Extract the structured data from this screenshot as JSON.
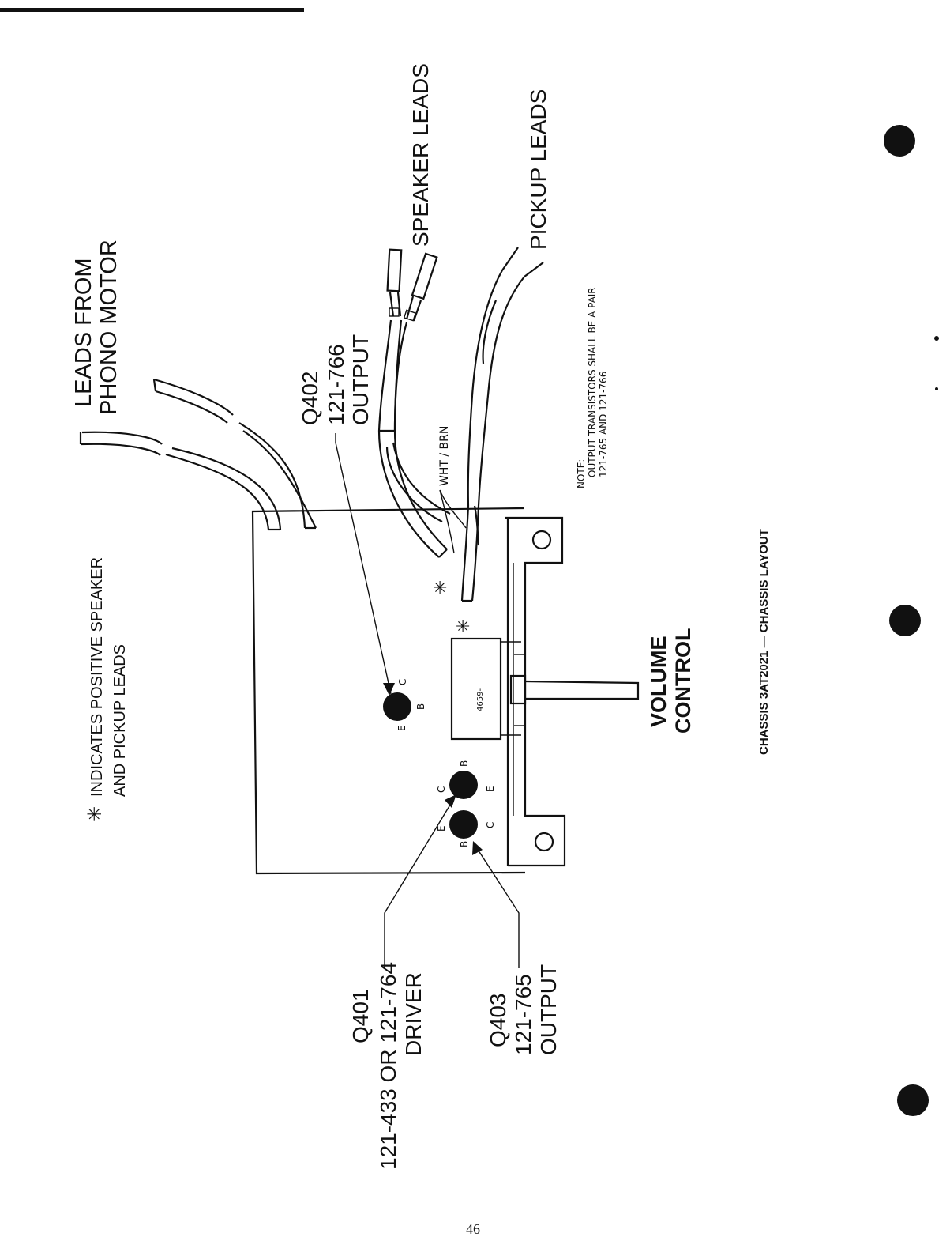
{
  "diagram": {
    "labels": {
      "leads_from": "LEADS FROM",
      "phono_motor": "PHONO  MOTOR",
      "speaker_leads": "SPEAKER LEADS",
      "pickup_leads": "PICKUP LEADS",
      "q402_id": "Q402",
      "q402_part": "121-766",
      "q402_role": "OUTPUT",
      "wht_brn": "WHT / BRN",
      "legend_line1": "INDICATES POSITIVE   SPEAKER",
      "legend_line2": "AND PICKUP LEADS",
      "legend_star": "✳",
      "volume": "VOLUME",
      "control": "CONTROL",
      "pot_part": "4659-",
      "note_title": "NOTE:",
      "note_line1": "OUTPUT  TRANSISTORS  SHALL  BE  A  PAIR",
      "note_line2": "121-765  AND  121-766",
      "q401_id": "Q401",
      "q401_part": "121-433 OR 121-764",
      "q401_role": "DRIVER",
      "q403_id": "Q403",
      "q403_part": "121-765",
      "q403_role": "OUTPUT",
      "caption": "CHASSIS 3AT2021 — CHASSIS LAYOUT",
      "pin_e": "E",
      "pin_b": "B",
      "pin_c": "C",
      "star": "✳"
    },
    "page_number": "46"
  }
}
